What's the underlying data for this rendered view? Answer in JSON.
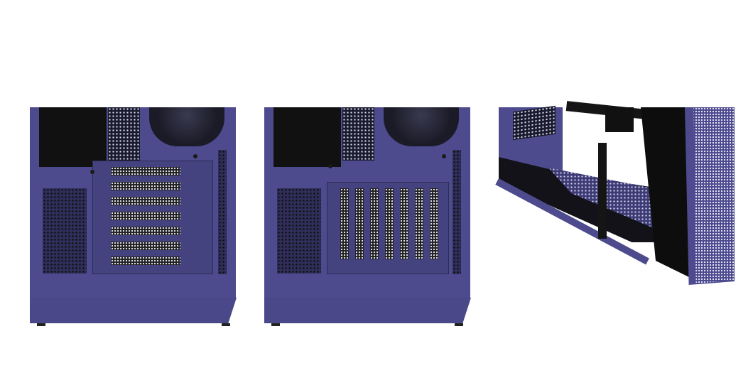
{
  "colors": {
    "case_purple": "#4d4b8e",
    "frame_black": "#111111",
    "background": "#ffffff"
  },
  "images": [
    {
      "name": "case-rear-horizontal-pci-slots"
    },
    {
      "name": "case-rear-vertical-pci-slots"
    },
    {
      "name": "case-interior-vertical-gpu-bracket"
    }
  ]
}
